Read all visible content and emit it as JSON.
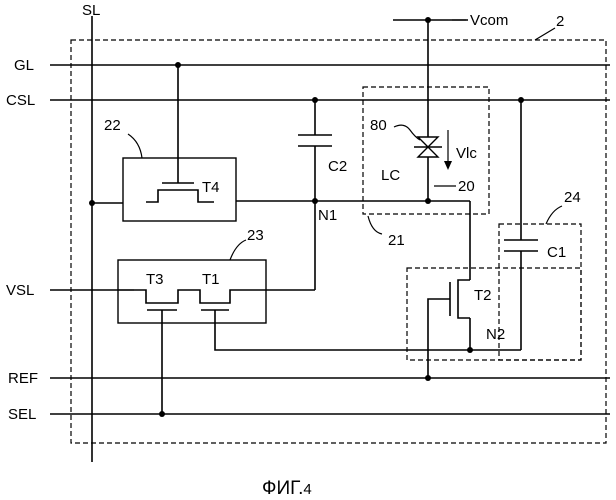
{
  "lines": {
    "sl": "SL",
    "gl": "GL",
    "csl": "CSL",
    "vsl": "VSL",
    "ref": "REF",
    "sel": "SEL",
    "vcom": "Vcom"
  },
  "blocks": {
    "pixel": "2",
    "lc_cell": "20",
    "drive": "21",
    "b22": "22",
    "b23": "23",
    "b24": "24"
  },
  "transistors": {
    "t1": "T1",
    "t2": "T2",
    "t3": "T3",
    "t4": "T4"
  },
  "capacitors": {
    "c1": "C1",
    "c2": "C2"
  },
  "nodes": {
    "n1": "N1",
    "n2": "N2"
  },
  "lc": {
    "element": "80",
    "lc": "LC",
    "vlc": "Vlc"
  },
  "caption": {
    "main": "ФИГ.",
    "num": "4"
  }
}
